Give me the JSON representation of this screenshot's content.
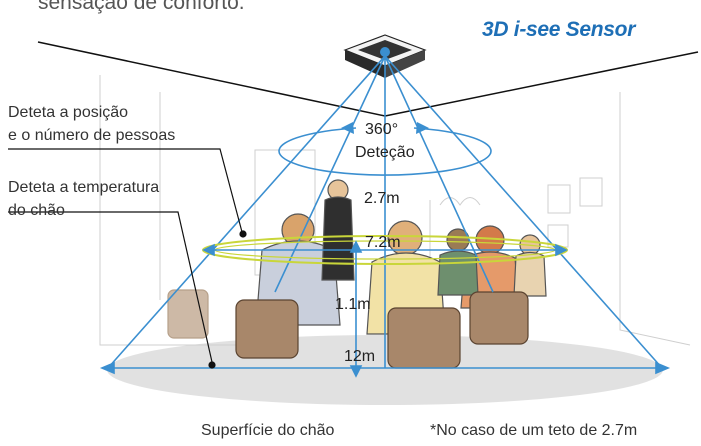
{
  "header": {
    "partial_title": "sensação de conforto.",
    "brand": "3D i-see Sensor"
  },
  "labels": {
    "position_line1": "Deteta a posição",
    "position_line2": "e o número de pessoas",
    "temperature_line1": "Deteta a temperatura",
    "temperature_line2": "do chão"
  },
  "detection": {
    "angle": "360°",
    "word": "Deteção"
  },
  "measurements": {
    "height": "2.7m",
    "mid_diameter": "7.2m",
    "person_height": "1.1m",
    "floor_diameter": "12m"
  },
  "footer": {
    "floor_surface": "Superfície do chão",
    "note": "*No caso de um teto de 2.7m"
  },
  "colors": {
    "cone": "#3b8fd0",
    "ring": "#c9d63a",
    "brand": "#1e6fb6",
    "floor": "#dcdcdc"
  }
}
